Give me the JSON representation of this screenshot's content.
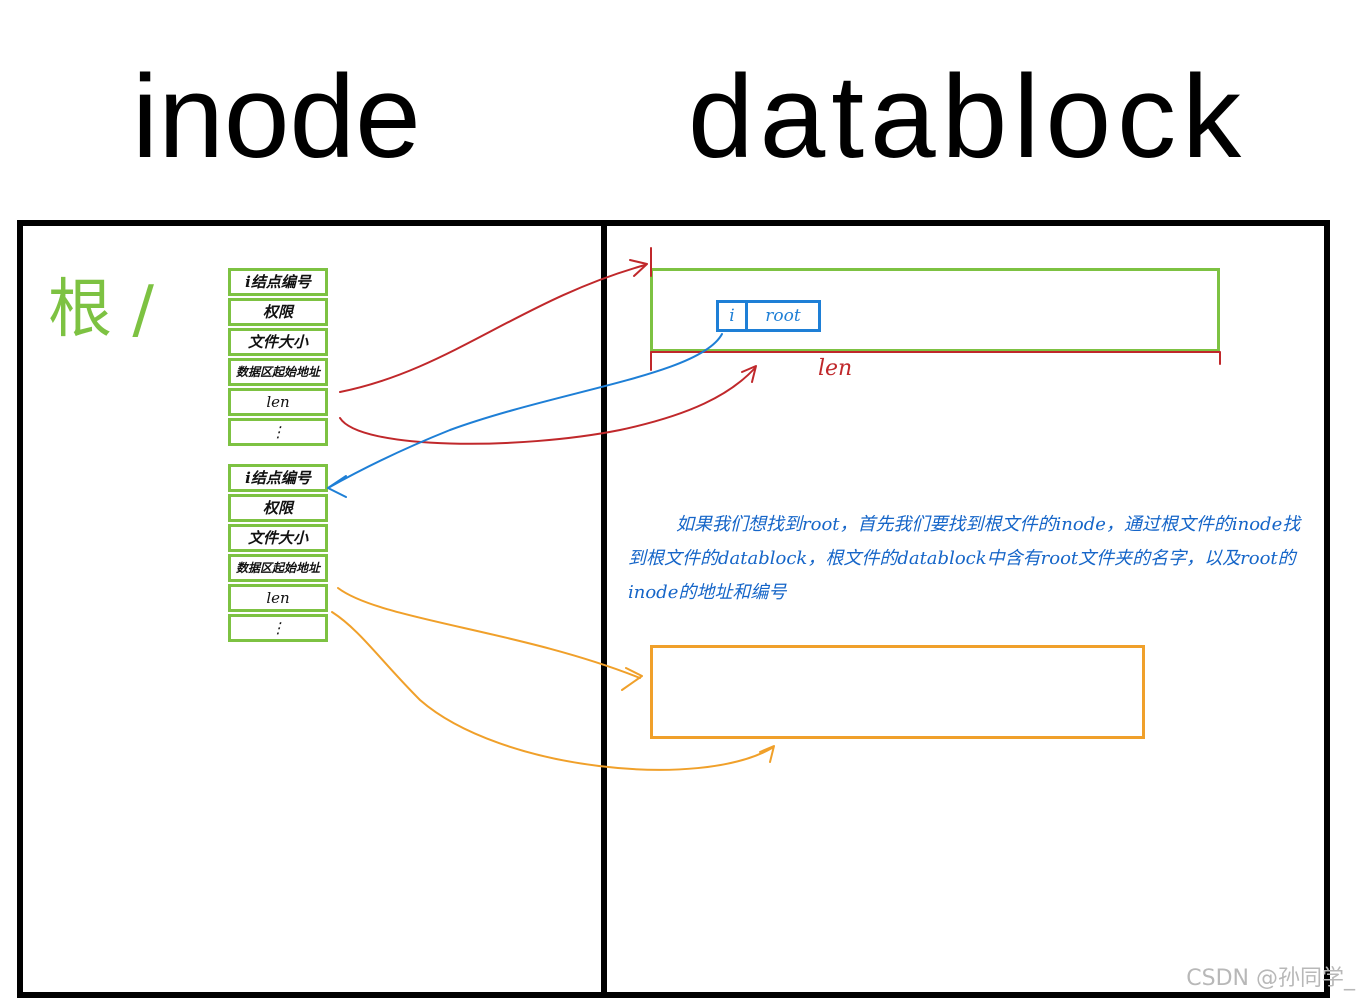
{
  "headings": {
    "inode": "inode",
    "datablock": "datablock"
  },
  "root_label": "根 /",
  "inode_root": {
    "fields": [
      {
        "label": "i结点编号"
      },
      {
        "label": "权限"
      },
      {
        "label": "文件大小"
      },
      {
        "label": "数据区起始地址"
      },
      {
        "label": "len"
      },
      {
        "label": "⋮"
      }
    ]
  },
  "inode_child": {
    "fields": [
      {
        "label": "i结点编号"
      },
      {
        "label": "权限"
      },
      {
        "label": "文件大小"
      },
      {
        "label": "数据区起始地址"
      },
      {
        "label": "len"
      },
      {
        "label": "⋮"
      }
    ]
  },
  "dir_entry": {
    "inode_cell": "i",
    "name_cell": "root"
  },
  "len_label": "len",
  "explanation": "如果我们想找到root，首先我们要找到根文件的inode，通过根文件的inode找到根文件的datablock，根文件的datablock中含有root文件夹的名字，以及root的inode的地址和编号",
  "watermark": "CSDN @孙同学_",
  "colors": {
    "green": "#7dc242",
    "red": "#c0282b",
    "blue": "#1e7fd6",
    "orange": "#f0a02a"
  }
}
